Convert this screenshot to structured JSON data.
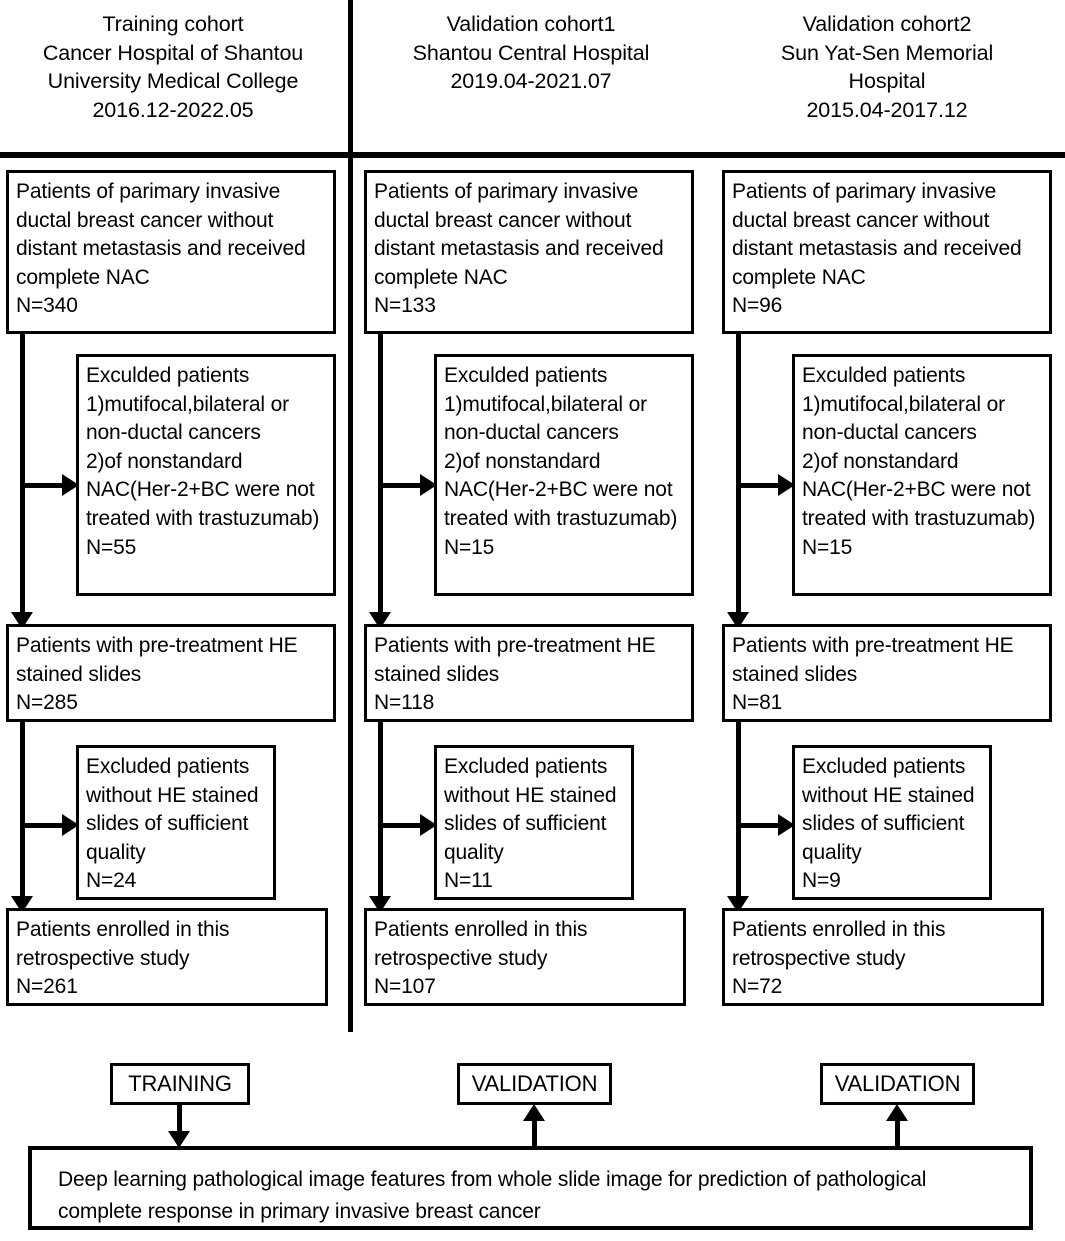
{
  "diagram_data": {
    "type": "flowchart",
    "title": "CONSORT-style patient selection flow diagram",
    "columns": [
      {
        "id": "training",
        "header": "Training cohort\nCancer Hospital of Shantou\nUniversity Medical College\n2016.12-2022.05",
        "source_box": "Patients of parimary invasive ductal breast cancer without distant metastasis and received complete NAC\nN=340",
        "source_n": 340,
        "exclusion1": "Exculded patients\n1)mutifocal,bilateral or non-ductal cancers\n2)of nonstandard NAC(Her-2+BC were not treated with trastuzumab)\nN=55",
        "exclusion1_n": 55,
        "stage2": "Patients with pre-treatment HE stained slides\nN=285",
        "stage2_n": 285,
        "exclusion2": "Excluded patients without HE stained slides of sufficient quality\nN=24",
        "exclusion2_n": 24,
        "final": "Patients enrolled in this retrospective study\nN=261",
        "final_n": 261,
        "tag": "TRAINING",
        "tag_arrow": "down"
      },
      {
        "id": "validation1",
        "header": "Validation cohort1\nShantou Central Hospital\n2019.04-2021.07",
        "source_box": "Patients of parimary invasive ductal breast cancer without distant metastasis and received complete NAC\nN=133",
        "source_n": 133,
        "exclusion1": "Exculded patients\n1)mutifocal,bilateral or non-ductal cancers\n2)of nonstandard NAC(Her-2+BC were not treated with trastuzumab)\nN=15",
        "exclusion1_n": 15,
        "stage2": "Patients with pre-treatment HE stained slides\nN=118",
        "stage2_n": 118,
        "exclusion2": "Excluded patients without HE stained slides of sufficient quality\nN=11",
        "exclusion2_n": 11,
        "final": "Patients enrolled in this retrospective study\nN=107",
        "final_n": 107,
        "tag": "VALIDATION",
        "tag_arrow": "up"
      },
      {
        "id": "validation2",
        "header": "Validation cohort2\nSun Yat-Sen Memorial\nHospital\n2015.04-2017.12",
        "source_box": "Patients of parimary invasive ductal breast cancer without distant metastasis and received complete NAC\nN=96",
        "source_n": 96,
        "exclusion1": "Exculded patients\n1)mutifocal,bilateral or non-ductal cancers\n2)of nonstandard NAC(Her-2+BC were not treated with trastuzumab)\nN=15",
        "exclusion1_n": 15,
        "stage2": "Patients with pre-treatment HE stained slides\nN=81",
        "stage2_n": 81,
        "exclusion2": "Excluded patients without HE stained slides of sufficient quality\nN=9",
        "exclusion2_n": 9,
        "final": "Patients enrolled in this retrospective study\nN=72",
        "final_n": 72,
        "tag": "VALIDATION",
        "tag_arrow": "up"
      }
    ],
    "summary": "Deep learning pathological image features from whole slide image for prediction of pathological complete response in primary invasive breast cancer",
    "colors": {
      "stroke": "#000000",
      "background": "#ffffff",
      "text": "#000000"
    }
  }
}
